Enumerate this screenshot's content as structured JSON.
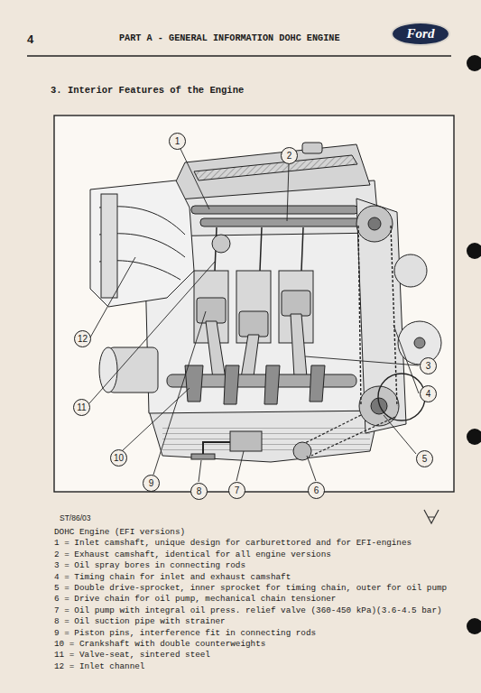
{
  "diagram": {
    "title": "3. Interior Features of the Engine",
    "nodes": [
      {
        "text": [
          "Ford"
        ]
      },
      {
        "text": [
          "1"
        ]
      },
      {
        "text": [
          "2"
        ]
      },
      {
        "text": [
          "3"
        ]
      },
      {
        "text": [
          "4"
        ]
      },
      {
        "text": [
          "5"
        ]
      },
      {
        "text": [
          "6"
        ]
      },
      {
        "text": [
          "7"
        ]
      },
      {
        "text": [
          "8"
        ]
      },
      {
        "text": [
          "9"
        ]
      },
      {
        "text": [
          "10"
        ]
      },
      {
        "text": [
          "11"
        ]
      },
      {
        "text": [
          "12"
        ]
      }
    ],
    "labels": [
      "4",
      "PART A - GENERAL INFORMATION DOHC ENGINE",
      "ST/86/03",
      "DOHC Engine (EFI versions)",
      "1 = Inlet camshaft, unique design for carburettored and for EFI-engines",
      "2 = Exhaust camshaft, identical for all engine versions",
      "3 = Oil spray bores in connecting rods",
      "4 = Timing chain for inlet and exhaust camshaft",
      "5 = Double drive-sprocket, inner sprocket for timing chain, outer for oil pump",
      "6 = Drive chain for oil pump, mechanical chain tensioner",
      "7 = Oil pump with integral oil press. relief valve (360-450 kPa)(3.6-4.5 bar)",
      "8 = Oil suction pipe with strainer",
      "9 = Piston pins, interference fit in connecting rods",
      "10 = Crankshaft with double counterweights",
      "11 = Valve-seat, sintered steel",
      "12 = Inlet channel"
    ]
  }
}
